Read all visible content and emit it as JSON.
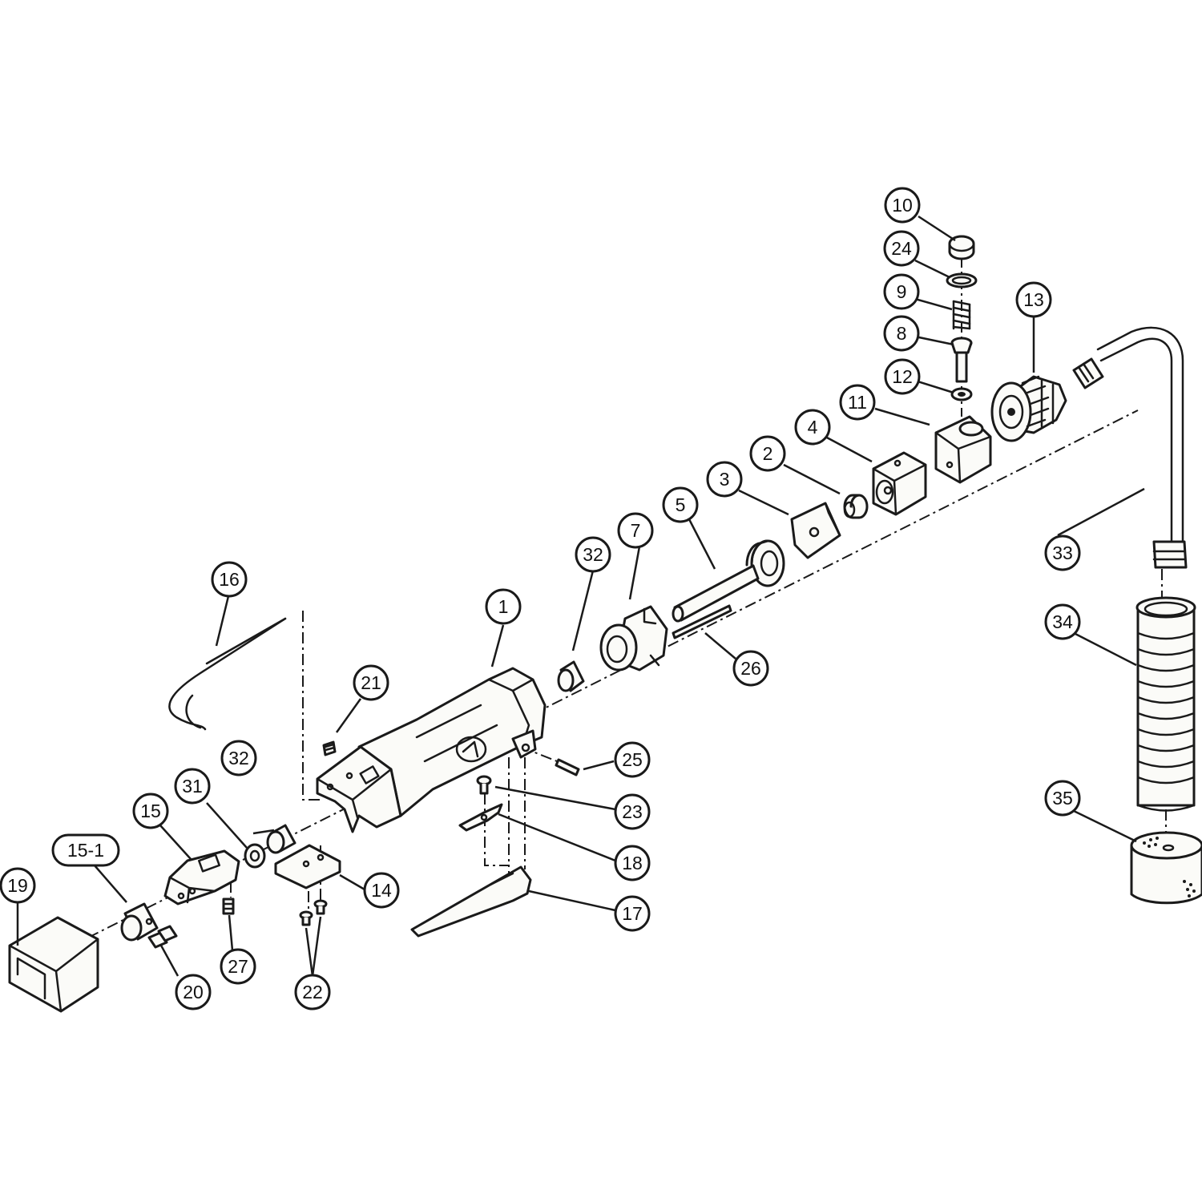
{
  "diagram": {
    "colors": {
      "line": "#1a1a1a",
      "fill": "#fbfbf8",
      "background": "#ffffff"
    },
    "callouts": [
      {
        "label": "1"
      },
      {
        "label": "2"
      },
      {
        "label": "3"
      },
      {
        "label": "4"
      },
      {
        "label": "5"
      },
      {
        "label": "7"
      },
      {
        "label": "8"
      },
      {
        "label": "9"
      },
      {
        "label": "10"
      },
      {
        "label": "11"
      },
      {
        "label": "12"
      },
      {
        "label": "13"
      },
      {
        "label": "14"
      },
      {
        "label": "15"
      },
      {
        "label": "15-1"
      },
      {
        "label": "16"
      },
      {
        "label": "17"
      },
      {
        "label": "18"
      },
      {
        "label": "19"
      },
      {
        "label": "20"
      },
      {
        "label": "21"
      },
      {
        "label": "22"
      },
      {
        "label": "23"
      },
      {
        "label": "24"
      },
      {
        "label": "25"
      },
      {
        "label": "26"
      },
      {
        "label": "27"
      },
      {
        "label": "31"
      },
      {
        "label": "32"
      },
      {
        "label": "32"
      },
      {
        "label": "33"
      },
      {
        "label": "34"
      },
      {
        "label": "35"
      }
    ]
  }
}
